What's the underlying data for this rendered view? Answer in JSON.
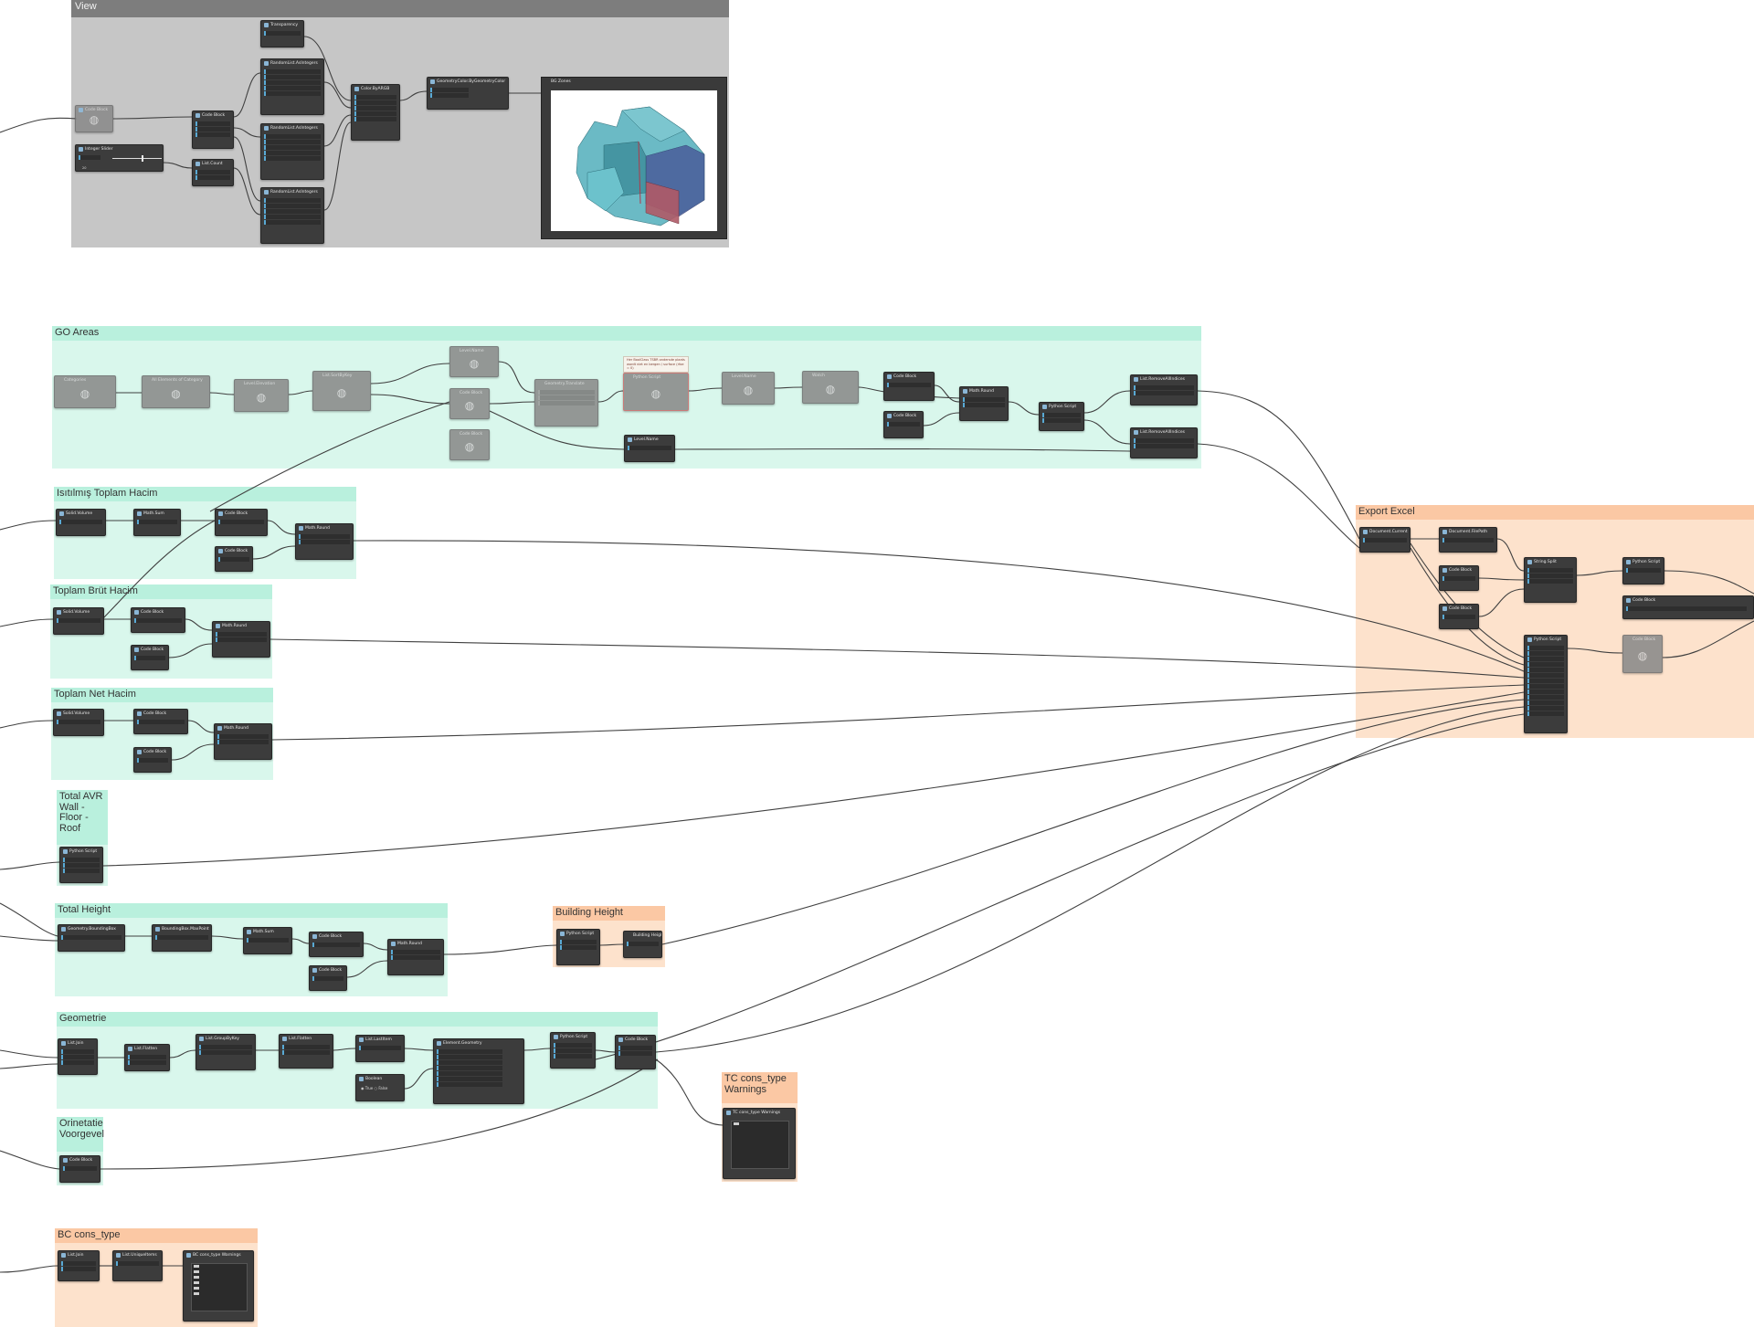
{
  "colors": {
    "group_gray": "#c6c6c6",
    "group_green": "#d9f7ec",
    "group_orange": "#fde2cc",
    "node_bg": "#3c3c3c",
    "wire": "#404040"
  },
  "groups": {
    "view": "View",
    "go_areas": "GO Areas",
    "isitilmis": "Isıtılmış Toplam Hacim",
    "brut": "Toplam Brüt Hacim",
    "net": "Toplam Net Hacim",
    "avr": "Total AVR Wall - Floor - Roof",
    "height": "Total Height",
    "building_height": "Building Height",
    "geometrie": "Geometrie",
    "tc_warnings": "TC cons_type Warnings",
    "orientatie": "Orinetatie Voorgevel",
    "bc_cons": "BC cons_type",
    "export": "Export Excel"
  },
  "nodes": {
    "code_block": "Code Block",
    "integer_slider": "Integer Slider",
    "list_count": "List.Count",
    "transparency": "Transparency",
    "random_ints": "RandomList.AsIntegers",
    "color_argb": "Color.ByARGB",
    "geometry_color": "GeometryColor.ByGeometryColor",
    "bg_zones": "BG Zones",
    "categories": "Categories",
    "all_elements": "All Elements of Category",
    "level_elevation": "Level.Elevation",
    "list_sortbykey": "List.SortByKey",
    "level_name": "Level.Name",
    "geometry_translate": "Geometry.Translate",
    "list_remove_all_indices": "List.RemoveAllIndices",
    "math_round": "Math.Round",
    "python_script": "Python Script",
    "solid_volume": "Solid.Volume",
    "math_sum": "Math.Sum",
    "geometry_bbox": "Geometry.BoundingBox",
    "bbox_maxpoint": "BoundingBox.MaxPoint",
    "watch": "Watch",
    "list_join": "List.Join",
    "list_flatten": "List.Flatten",
    "list_groupbykey": "List.GroupByKey",
    "list_lastitem": "List.LastItem",
    "element_geometry": "Element.Geometry",
    "boolean": "Boolean",
    "tc_watch": "TC cons_type Warnings",
    "list_unique": "List.UniqueItems",
    "bc_watch": "BC cons_type Warnings",
    "document_current": "Document.Current",
    "document_filepath": "Document.FilePath",
    "string_split": "String.Split",
    "boolean_true": "True",
    "boolean_false": "False"
  },
  "warning_text": "Her BoolClass TSBR ondersde plaats wordt niet en bergen / surface (rfoe = 0)",
  "slider_value": "20"
}
